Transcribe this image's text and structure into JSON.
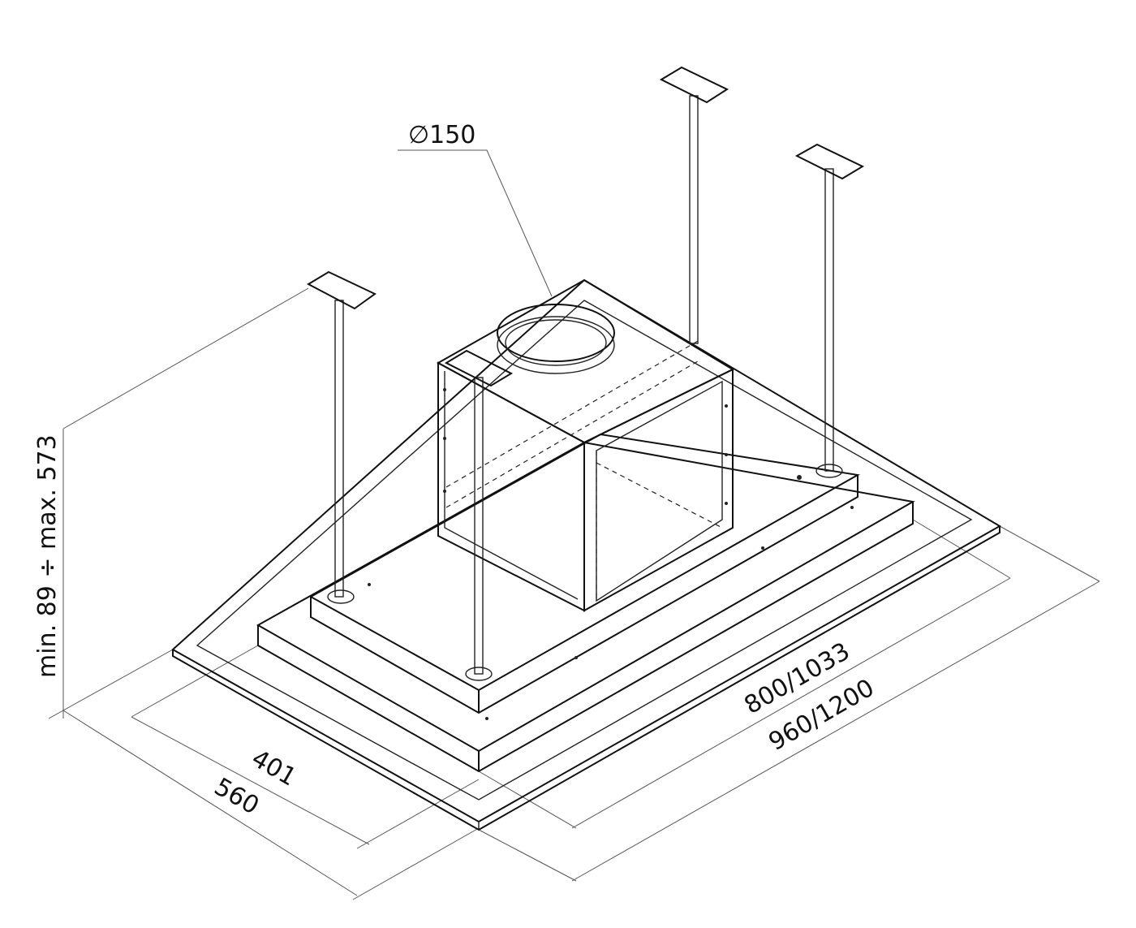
{
  "drawing": {
    "duct_diameter_label": "∅150",
    "height_label": "min. 89 ÷ max. 573",
    "depth_inner_label": "401",
    "depth_outer_label": "560",
    "width_inner_label": "800/1033",
    "width_outer_label": "960/1200"
  }
}
